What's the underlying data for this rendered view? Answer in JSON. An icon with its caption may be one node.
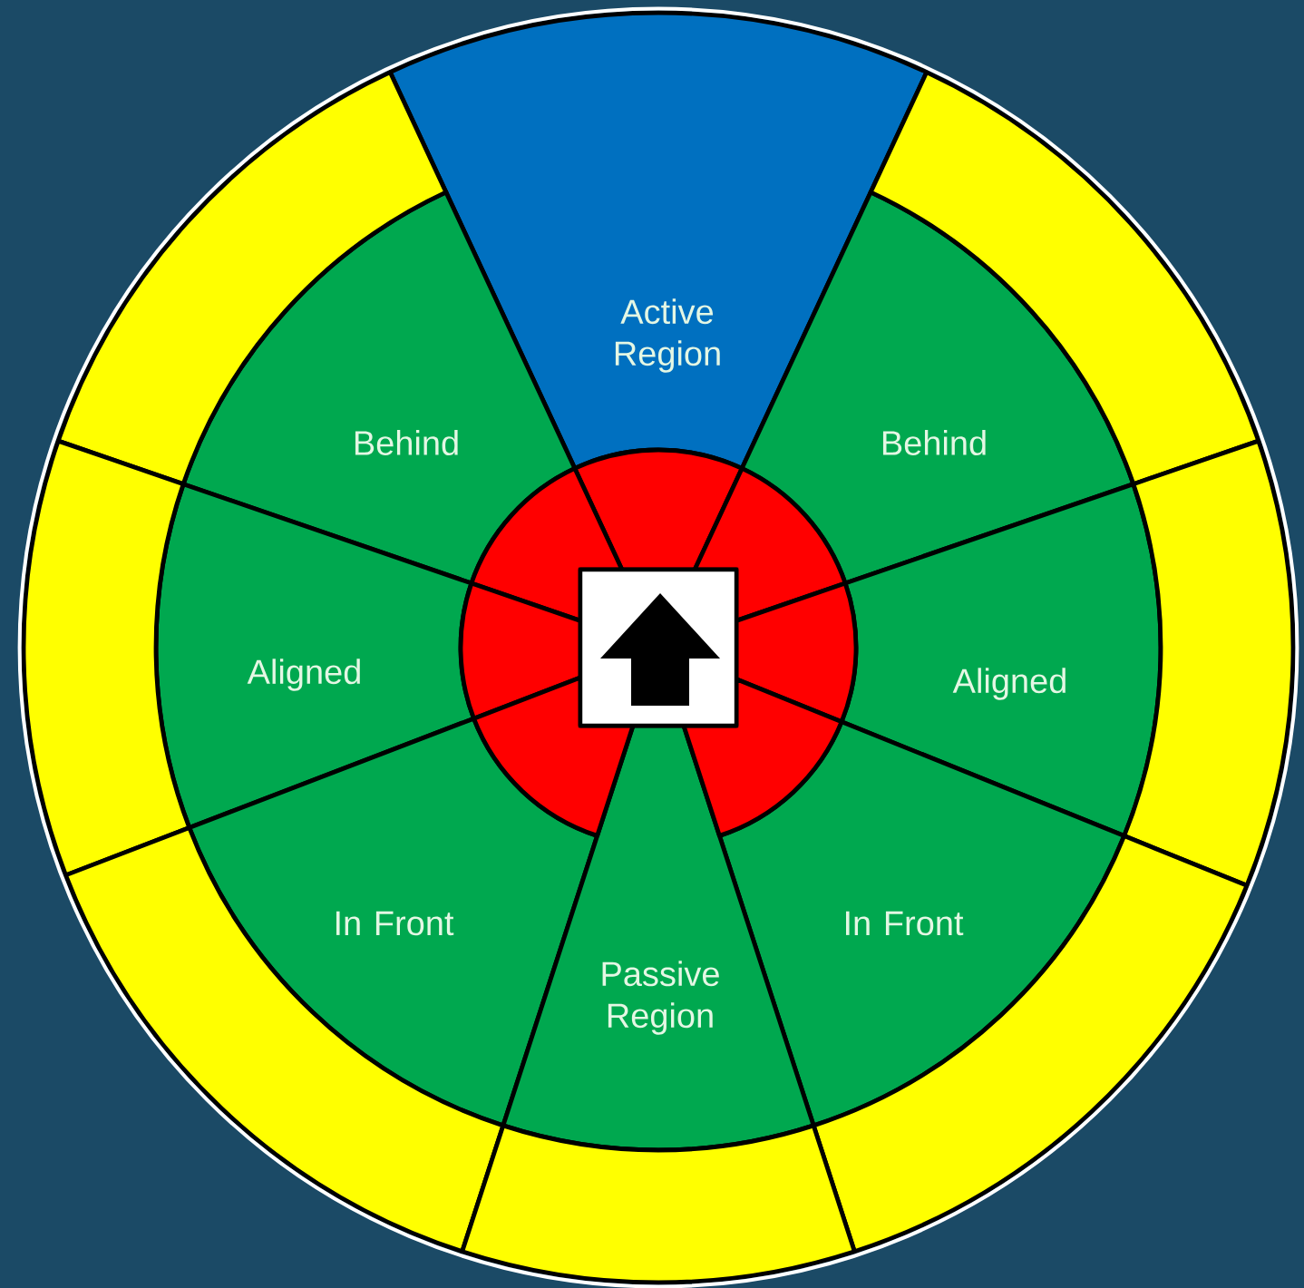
{
  "diagram": {
    "nodes": [
      {
        "text": [
          "Active Region"
        ]
      },
      {
        "text": [
          "Behind"
        ]
      },
      {
        "text": [
          "Behind"
        ]
      },
      {
        "text": [
          "Aligned"
        ]
      },
      {
        "text": [
          "Aligned"
        ]
      },
      {
        "text": [
          "In Front"
        ]
      },
      {
        "text": [
          "In Front"
        ]
      },
      {
        "text": [
          "Passive Region"
        ]
      },
      {
        "text": [],
        "shape": "sector"
      },
      {
        "text": [],
        "shape": "sector"
      },
      {
        "text": [],
        "shape": "sector"
      },
      {
        "text": [],
        "shape": "sector"
      },
      {
        "text": [],
        "shape": "sector"
      },
      {
        "text": [],
        "shape": "sector"
      },
      {
        "text": [],
        "shape": "sector"
      },
      {
        "text": [],
        "shape": "sector"
      },
      {
        "text": [],
        "shape": "sector"
      },
      {
        "text": [],
        "shape": "sector"
      },
      {
        "text": [],
        "shape": "sector"
      },
      {
        "text": [],
        "shape": "sector"
      },
      {
        "text": [],
        "shape": "sector"
      },
      {
        "text": [],
        "shape": "sector"
      },
      {
        "text": [],
        "shape": "box"
      }
    ]
  }
}
